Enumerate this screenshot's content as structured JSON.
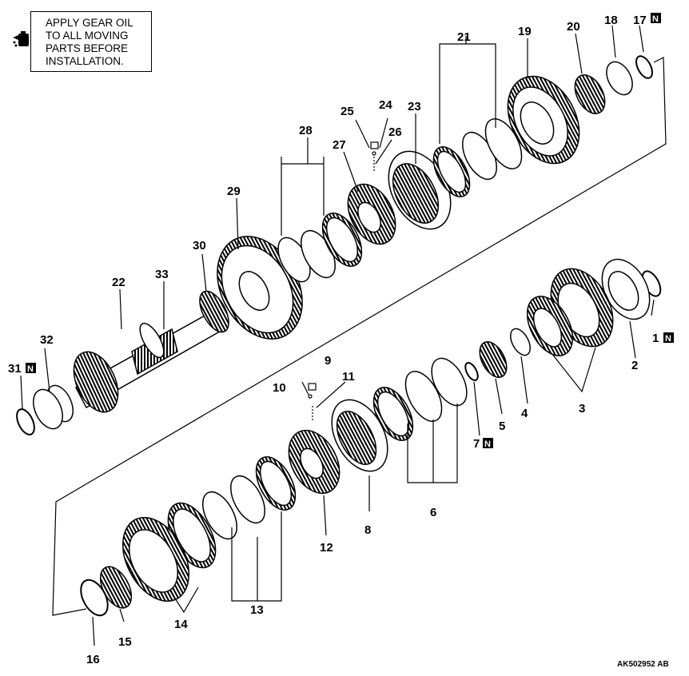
{
  "note": {
    "lines": [
      "APPLY GEAR OIL",
      "TO ALL MOVING",
      "PARTS BEFORE",
      "INSTALLATION."
    ],
    "icon": "oil-can-icon"
  },
  "reference_code": "AK502952 AB",
  "new_part_mark": "N",
  "callouts": {
    "c1": "1",
    "c2": "2",
    "c3": "3",
    "c4": "4",
    "c5": "5",
    "c6": "6",
    "c7": "7",
    "c8": "8",
    "c9": "9",
    "c10": "10",
    "c11": "11",
    "c12": "12",
    "c13": "13",
    "c14": "14",
    "c15": "15",
    "c16": "16",
    "c17": "17",
    "c18": "18",
    "c19": "19",
    "c20": "20",
    "c21": "21",
    "c22": "22",
    "c23": "23",
    "c24": "24",
    "c25": "25",
    "c26": "26",
    "c27": "27",
    "c28": "28",
    "c29": "29",
    "c30": "30",
    "c31": "31",
    "c32": "32",
    "c33": "33"
  },
  "colors": {
    "ink": "#000000",
    "paper": "#ffffff"
  }
}
